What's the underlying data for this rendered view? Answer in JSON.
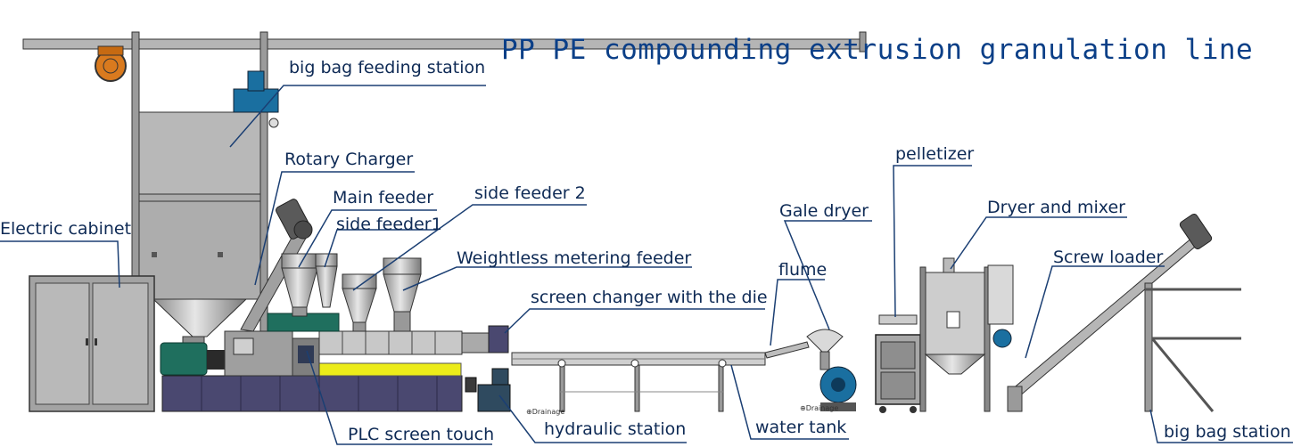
{
  "title": "PP PE compounding extrusion granulation line",
  "labels": {
    "big_bag_feeding_station": "big bag feeding station",
    "rotary_charger": "Rotary Charger",
    "main_feeder": "Main feeder",
    "side_feeder_1": "side feeder1",
    "side_feeder_2": "side feeder 2",
    "electric_cabinet": "Electric cabinet",
    "weightless_metering_feeder": "Weightless metering feeder",
    "screen_changer": "screen changer with the die",
    "flume": "flume",
    "gale_dryer": "Gale dryer",
    "pelletizer": "pelletizer",
    "dryer_and_mixer": "Dryer and mixer",
    "screw_loader": "Screw loader",
    "plc_screen_touch": "PLC screen touch",
    "hydraulic_station": "hydraulic station",
    "water_tank": "water tank",
    "big_bag_station": "big bag station"
  },
  "drainage_marks": [
    "⊕Drainage",
    "⊕Drainage"
  ],
  "colors": {
    "label_text": "#0e2a55",
    "title_text": "#0b3f87",
    "leader_line": "#1b3f73",
    "machine_gray": "#a9a9a9",
    "base_purple": "#4a4870",
    "rail_yellow": "#ecec1a",
    "motor_teal": "#1f6f5e",
    "hopper_blue": "#1a6fa0",
    "pulley_orange": "#d97a1e"
  }
}
